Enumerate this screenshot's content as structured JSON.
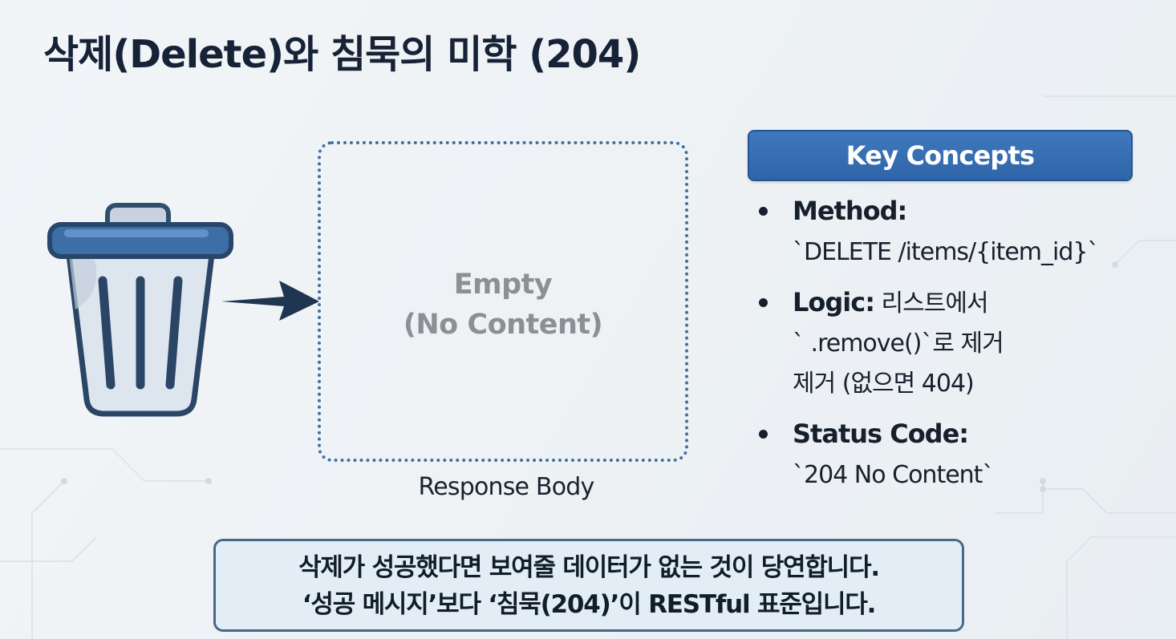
{
  "title": "삭제(Delete)와 침묵의 미학 (204)",
  "trash_icon": "trash-can-icon",
  "arrow_icon": "arrow-right-icon",
  "response_box": {
    "line1": "Empty",
    "line2": "(No Content)",
    "caption": "Response Body"
  },
  "key_concepts": {
    "header": "Key Concepts",
    "items": [
      {
        "label": "Method:",
        "text_lines": [
          "`DELETE /items/{item_id}`"
        ]
      },
      {
        "label": "Logic:",
        "first_line_text": " 리스트에서",
        "text_lines": [
          "` .remove()`로 제거",
          "제거 (없으면 404)"
        ]
      },
      {
        "label": "Status Code:",
        "text_lines": [
          "`204 No Content`"
        ]
      }
    ]
  },
  "bottom_note": {
    "line1": "삭제가 성공했다면 보여줄 데이터가 없는 것이 당연합니다.",
    "line2": "‘성공 메시지’보다 ‘침묵(204)’이 RESTful 표준입니다."
  },
  "colors": {
    "accent_blue": "#3f78bd",
    "box_border": "#3e6fa3",
    "note_bg": "#e3edf6",
    "empty_text": "#8c8f93"
  }
}
